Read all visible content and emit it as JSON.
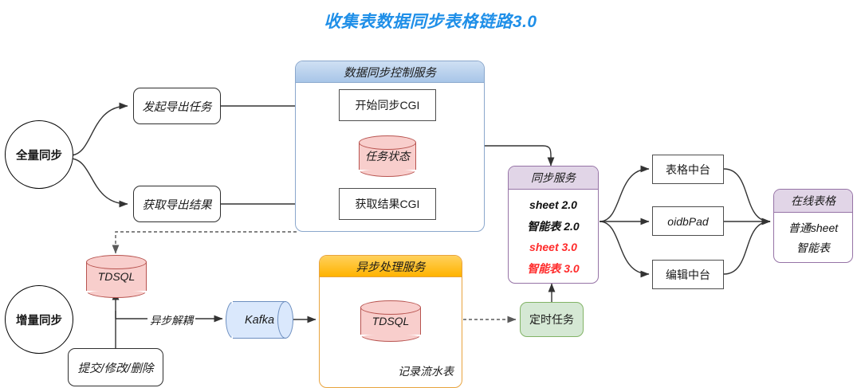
{
  "title": "收集表数据同步表格链路3.0",
  "colors": {
    "title": "#1f8fe8",
    "pink_fill": "#f8cecc",
    "pink_stroke": "#b85450",
    "blue_fill": "#dae8fc",
    "blue_stroke": "#6c8ebf",
    "purple_fill": "#e1d5e7",
    "purple_stroke": "#9673a6",
    "green_fill": "#d5e8d4",
    "green_stroke": "#82b366",
    "orange_header": "#ffb300",
    "red_text": "#ff2b2b"
  },
  "full_sync": {
    "entry_label": "全量同步",
    "start_export": "发起导出任务",
    "fetch_export": "获取导出结果"
  },
  "control_service": {
    "header": "数据同步控制服务",
    "start_cgi": "开始同步CGI",
    "task_state": "任务状态",
    "result_cgi": "获取结果CGI"
  },
  "sync_service": {
    "header": "同步服务",
    "items": [
      {
        "label": "sheet 2.0",
        "color": "black"
      },
      {
        "label": "智能表 2.0",
        "color": "black"
      },
      {
        "label": "sheet 3.0",
        "color": "red"
      },
      {
        "label": "智能表 3.0",
        "color": "red"
      }
    ]
  },
  "middle_platforms": {
    "table_center": "表格中台",
    "oidbpad": "oidbPad",
    "edit_center": "编辑中台"
  },
  "online_sheet": {
    "header": "在线表格",
    "items": [
      "普通sheet",
      "智能表"
    ]
  },
  "incremental_sync": {
    "entry_label": "增量同步",
    "tdsql": "TDSQL",
    "submit_modify_delete": "提交/修改/删除",
    "edge_label": "异步解耦",
    "kafka": "Kafka"
  },
  "async_service": {
    "header": "异步处理服务",
    "tdsql": "TDSQL",
    "note": "记录流水表"
  },
  "scheduled_task": {
    "label": "定时任务"
  }
}
